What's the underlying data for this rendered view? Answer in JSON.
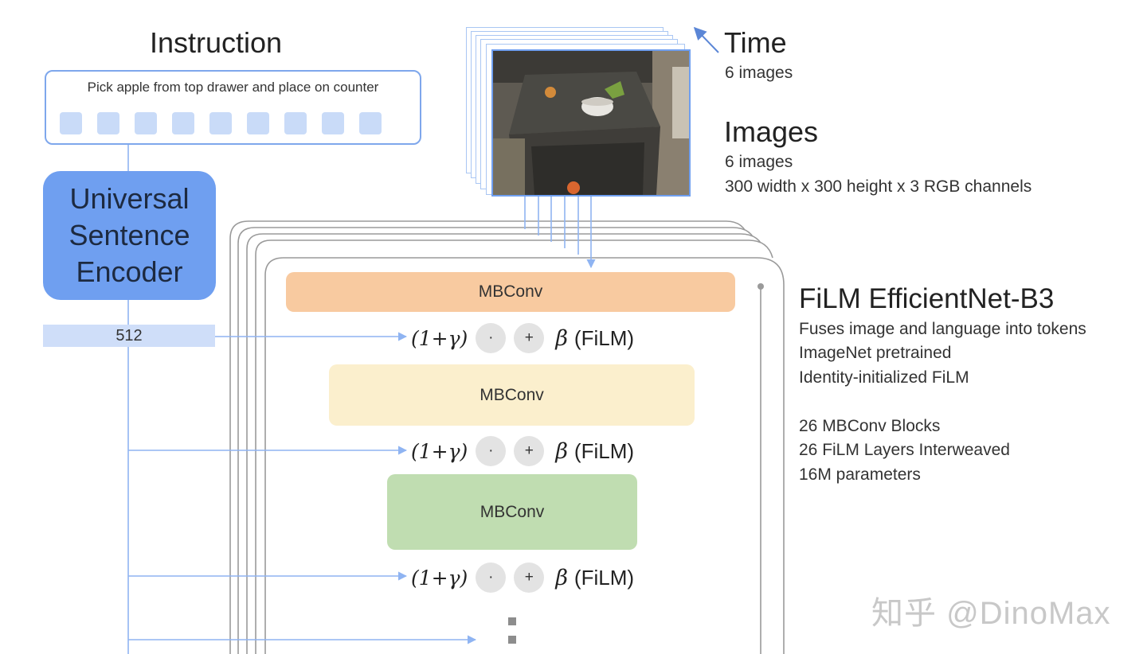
{
  "instruction": {
    "title": "Instruction",
    "text": "Pick apple from top drawer and place on counter",
    "token_count": 9
  },
  "encoder": {
    "label": "Universal Sentence Encoder",
    "embedding_dim": "512"
  },
  "time": {
    "title": "Time",
    "subtitle": "6 images"
  },
  "images": {
    "title": "Images",
    "count": "6 images",
    "dims": "300 width x 300 height x 3 RGB channels"
  },
  "film_net": {
    "title": "FiLM EfficientNet-B3",
    "lines": [
      "Fuses image and language into tokens",
      "ImageNet pretrained",
      "Identity-initialized FiLM",
      "",
      "26 MBConv Blocks",
      "26 FiLM Layers Interweaved",
      "16M parameters"
    ]
  },
  "blocks": {
    "mbconv_label": "MBConv",
    "gamma_term": "(1+γ)",
    "mult_op": "·",
    "add_op": "+",
    "beta": "β",
    "film_label": "(FiLM)"
  },
  "colors": {
    "accent_blue": "#6f9ff0",
    "light_blue": "#cfdef9",
    "mbconv_orange": "#f8caa0",
    "mbconv_yellow": "#fbefcd",
    "mbconv_green": "#c0ddb1"
  },
  "watermark": "知乎 @DinoMax"
}
